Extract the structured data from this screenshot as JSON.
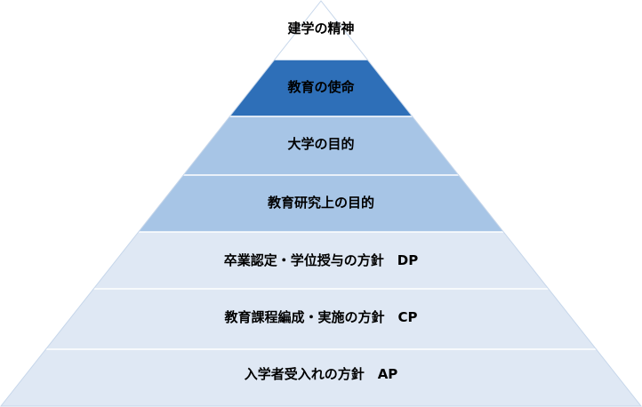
{
  "colors": {
    "top": "#ffffff",
    "mission": "#2e6fb8",
    "purpose": "#a7c5e6",
    "policies": "#dfe8f4",
    "divider": "#ffffff",
    "outline": "#c6d6ea"
  },
  "pyramid": {
    "tiers": [
      {
        "label": "建学の精神",
        "fill": "top"
      },
      {
        "label": "教育の使命",
        "fill": "mission"
      },
      {
        "label": "大学の目的",
        "fill": "purpose"
      },
      {
        "label": "教育研究上の目的",
        "fill": "purpose"
      },
      {
        "label": "卒業認定・学位授与の方針　DP",
        "fill": "policies"
      },
      {
        "label": "教育課程編成・実施の方針　CP",
        "fill": "policies"
      },
      {
        "label": "入学者受入れの方針　AP",
        "fill": "policies"
      }
    ]
  }
}
